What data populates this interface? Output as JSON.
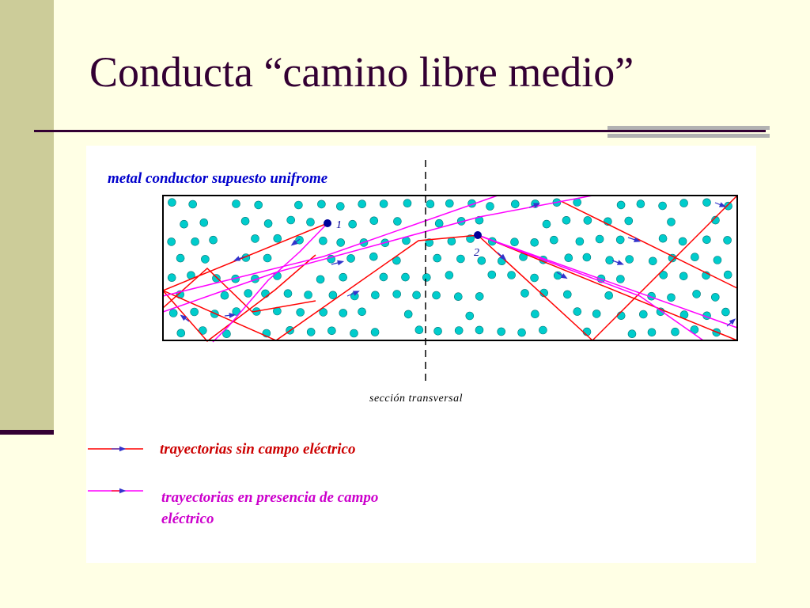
{
  "slide": {
    "title": "Conducta “camino libre medio”"
  },
  "figure": {
    "heading": "metal conductor supuesto unifrome",
    "section_label": "sección transversal",
    "point_labels": [
      "1",
      "2"
    ],
    "legend": {
      "no_field_label": "trayectorias sin campo eléctrico",
      "field_label_line1": "trayectorias en presencia de campo",
      "field_label_line2": "eléctrico"
    },
    "colors": {
      "heading": "#0000CC",
      "legend_text": "#CC0000",
      "path_no_field": "#FF0000",
      "path_with_field": "#FF00FF",
      "ion": "#00CCCC",
      "electron": "#000099",
      "arrow": "#3333CC",
      "box": "#000000"
    }
  }
}
